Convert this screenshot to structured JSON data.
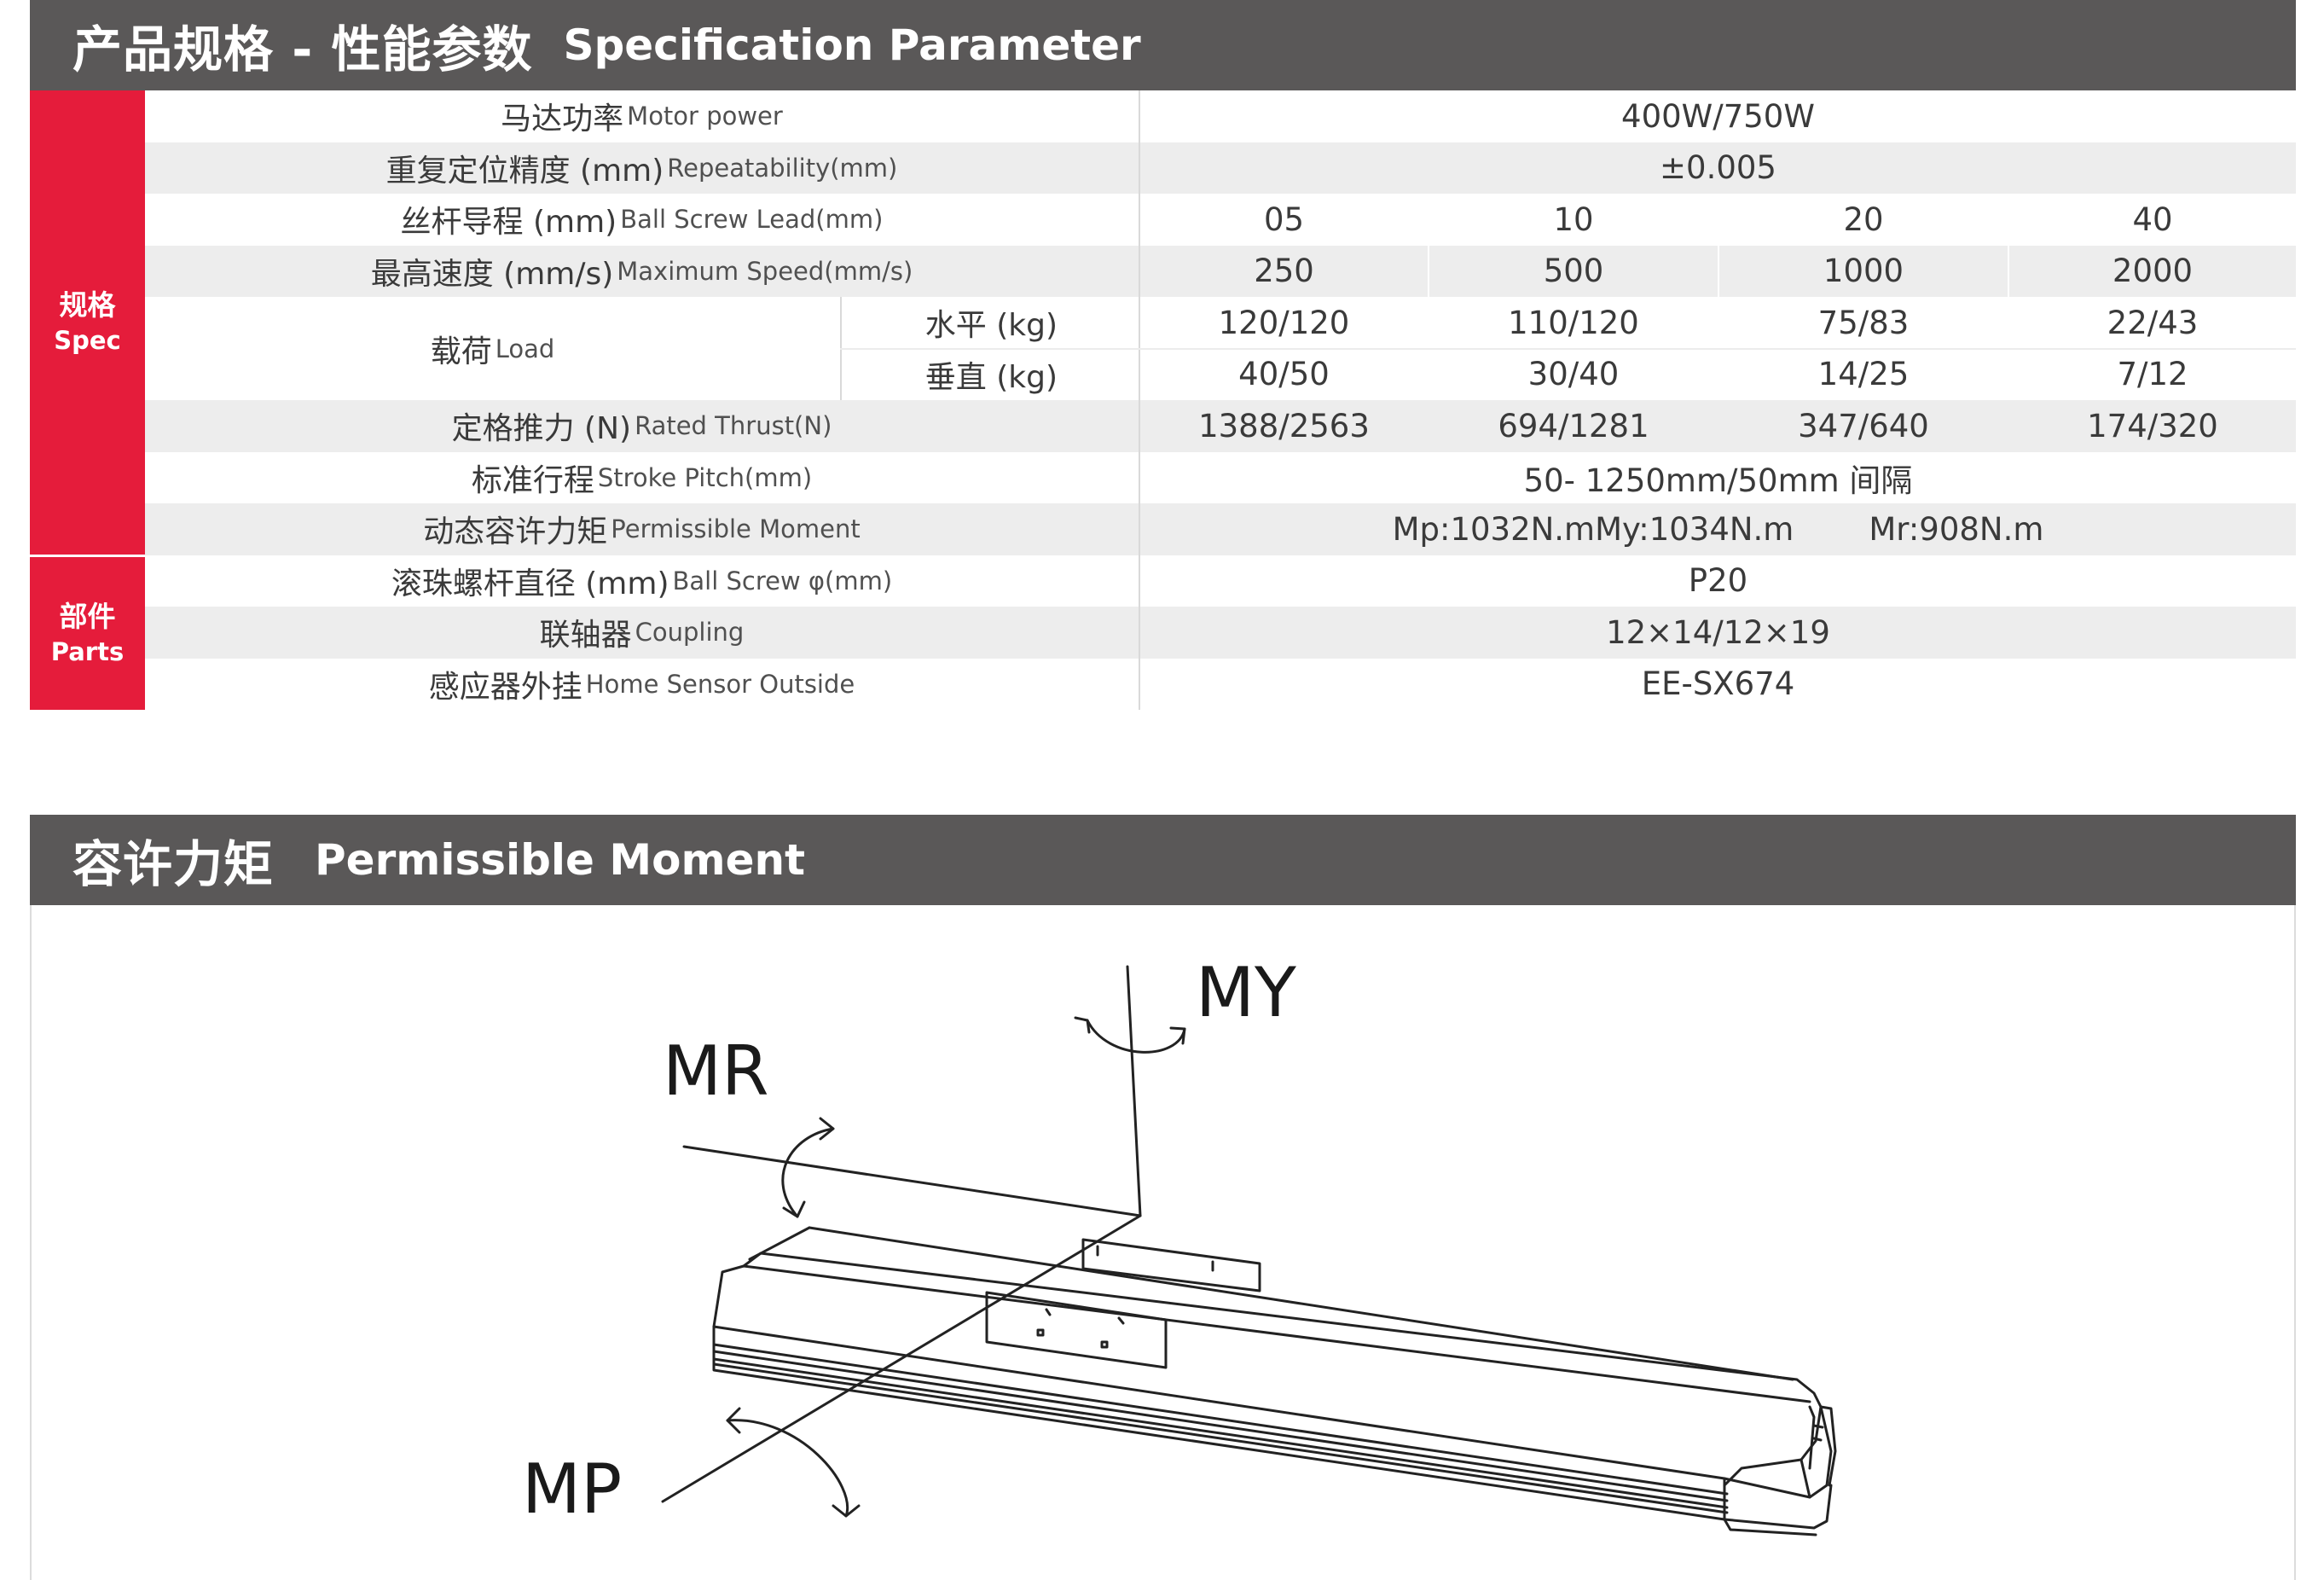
{
  "spec_section": {
    "title_cn": "产品规格 - 性能参数",
    "title_en": "Specification Parameter",
    "group_spec": {
      "cn": "规格",
      "en": "Spec"
    },
    "group_parts": {
      "cn": "部件",
      "en": "Parts"
    },
    "rows": {
      "motor_power": {
        "cn": "马达功率",
        "en": "Motor power",
        "value": "400W/750W"
      },
      "repeatability": {
        "cn": "重复定位精度 (mm)",
        "en": "Repeatability(mm)",
        "value": "±0.005"
      },
      "ball_screw_lead": {
        "cn": "丝杆导程 (mm)",
        "en": "Ball Screw Lead(mm)",
        "values": [
          "05",
          "10",
          "20",
          "40"
        ]
      },
      "max_speed": {
        "cn": "最高速度 (mm/s)",
        "en": "Maximum Speed(mm/s)",
        "values": [
          "250",
          "500",
          "1000",
          "2000"
        ]
      },
      "load": {
        "cn": "载荷",
        "en": "Load",
        "horizontal": {
          "label": "水平 (kg)",
          "values": [
            "120/120",
            "110/120",
            "75/83",
            "22/43"
          ]
        },
        "vertical": {
          "label": "垂直 (kg)",
          "values": [
            "40/50",
            "30/40",
            "14/25",
            "7/12"
          ]
        }
      },
      "rated_thrust": {
        "cn": "定格推力 (N)",
        "en": "Rated Thrust(N)",
        "values": [
          "1388/2563",
          "694/1281",
          "347/640",
          "174/320"
        ]
      },
      "stroke_pitch": {
        "cn": "标准行程",
        "en": "Stroke Pitch(mm)",
        "value": "50- 1250mm/50mm 间隔"
      },
      "permissible_moment": {
        "cn": "动态容许力矩",
        "en": "Permissible  Moment",
        "value_a": "Mp:1032N.mMy:1034N.m",
        "value_b": "Mr:908N.m"
      },
      "ball_screw_dia": {
        "cn": "滚珠螺杆直径 (mm)",
        "en": "Ball Screw φ(mm)",
        "value": "P20"
      },
      "coupling": {
        "cn": "联轴器",
        "en": "Coupling",
        "value": "12×14/12×19"
      },
      "home_sensor": {
        "cn": "感应器外挂",
        "en": "Home Sensor Outside",
        "value": "EE-SX674"
      }
    }
  },
  "moment_section": {
    "title_cn": "容许力矩",
    "title_en": "Permissible Moment",
    "axis_labels": {
      "my": "MY",
      "mr": "MR",
      "mp": "MP"
    }
  },
  "colors": {
    "header_bg": "#5a5858",
    "accent_red": "#e51c3b",
    "row_gray": "#ededed"
  }
}
